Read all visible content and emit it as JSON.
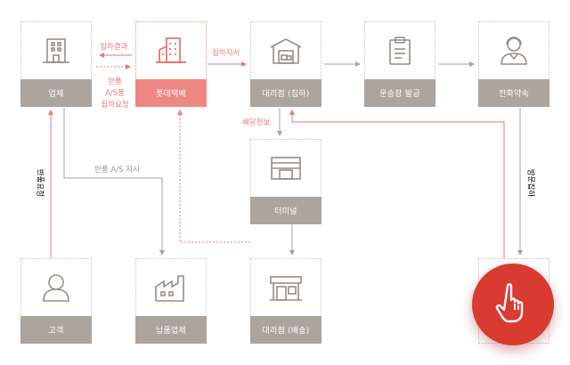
{
  "nodes": {
    "company": {
      "label": "업체"
    },
    "lotte": {
      "label": "롯데택배"
    },
    "branch_pickup": {
      "label": "대리점 (집하)"
    },
    "waybill": {
      "label": "운송장 발급"
    },
    "phone": {
      "label": "전화약속"
    },
    "terminal": {
      "label": "터미널"
    },
    "customer": {
      "label": "고객"
    },
    "supplier": {
      "label": "납품업체"
    },
    "branch_delivery": {
      "label": "대리점 (배송)"
    }
  },
  "edges": {
    "pickup_result": "집하결과",
    "return_as_pickup_request": [
      "반품",
      "A/S품",
      "집하요청"
    ],
    "pickup_instruction": "집하지시",
    "delivery_info": "배달정보",
    "return_as_instruction": "반품 A/S 지시",
    "return_request": "반품요청",
    "visit_pickup": "방문집하"
  },
  "icons": [
    "building-icon",
    "buildings-icon",
    "warehouse-icon",
    "clipboard-icon",
    "operator-icon",
    "truck-container-icon",
    "person-icon",
    "factory-icon",
    "storefront-icon",
    "pointing-hand-icon"
  ],
  "colors": {
    "accent": "#ee8683",
    "gray": "#aca49d",
    "fab": "#d93a32"
  }
}
